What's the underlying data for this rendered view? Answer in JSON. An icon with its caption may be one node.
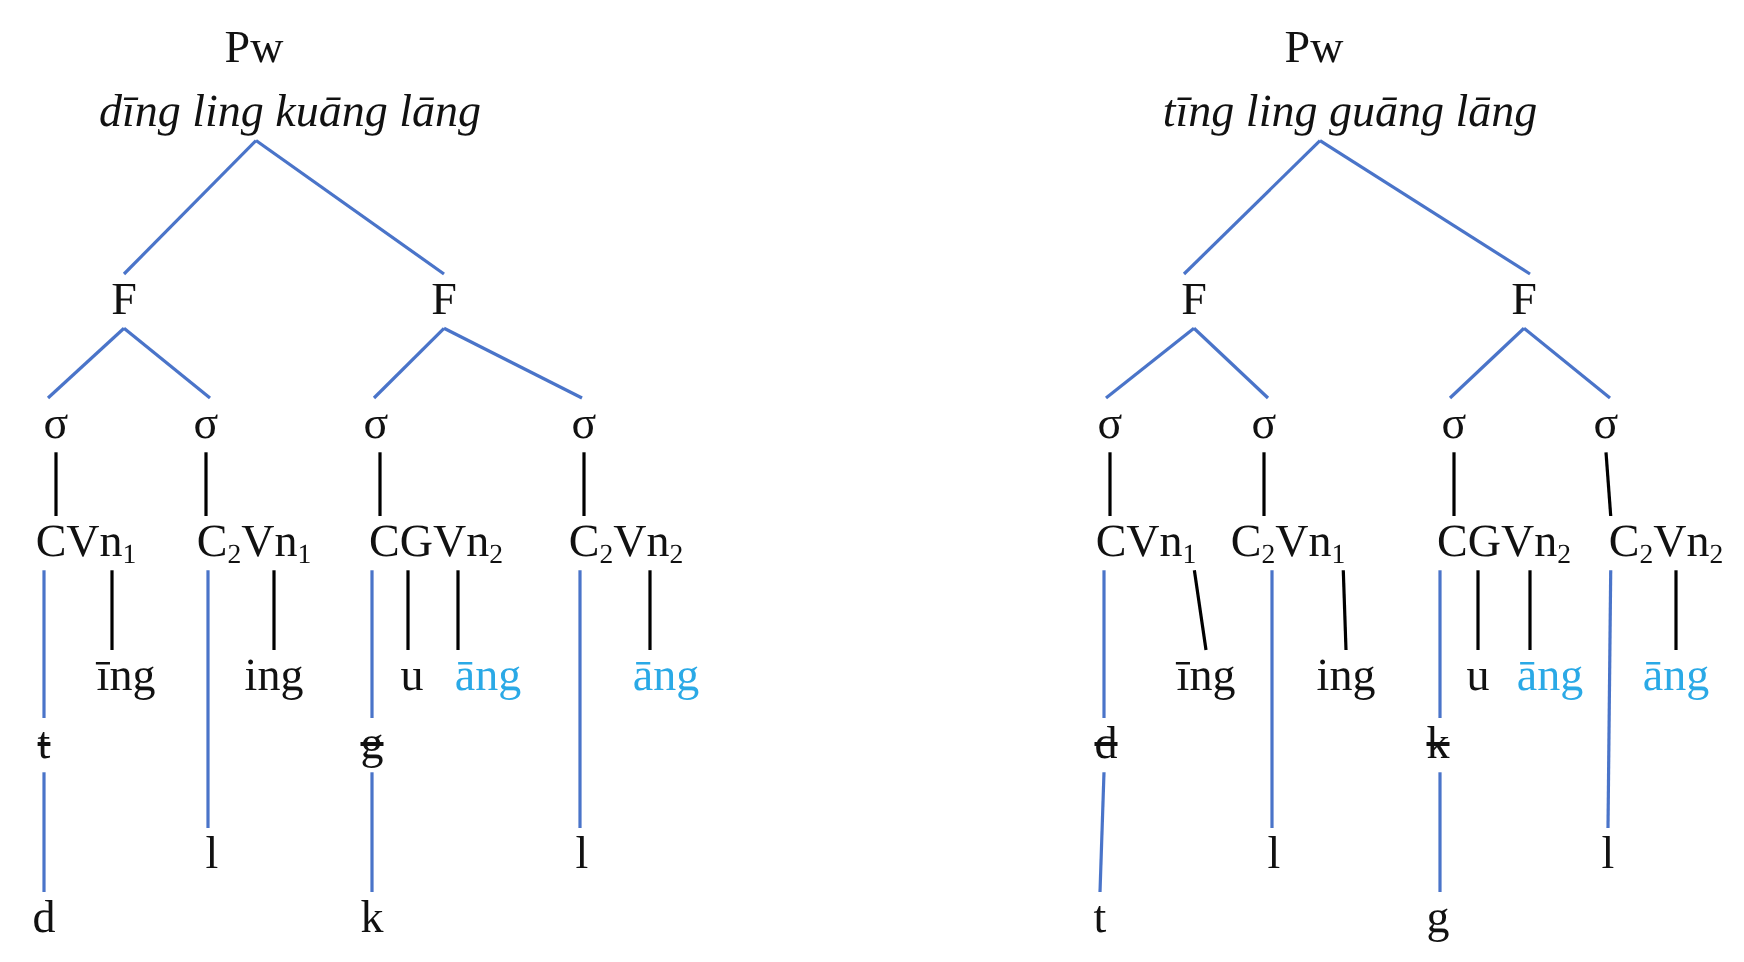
{
  "diagram": {
    "nodes": [
      {
        "text": [
          "Pw",
          "dīng ling kuāng lāng"
        ]
      },
      {
        "text": [
          "F"
        ]
      },
      {
        "text": [
          "F"
        ]
      },
      {
        "text": [
          "σ"
        ]
      },
      {
        "text": [
          "σ"
        ]
      },
      {
        "text": [
          "σ"
        ]
      },
      {
        "text": [
          "σ"
        ]
      },
      {
        "text": [
          "CVn$_{1}$"
        ]
      },
      {
        "text": [
          "C$_{2}$Vn$_{1}$"
        ]
      },
      {
        "text": [
          "CGVn$_{2}$"
        ]
      },
      {
        "text": [
          "C$_{2}$Vn$_{2}$"
        ]
      },
      {
        "text": [
          "īng"
        ]
      },
      {
        "text": [
          "ing"
        ]
      },
      {
        "text": [
          "u"
        ]
      },
      {
        "text": [
          "āng"
        ]
      },
      {
        "text": [
          "āng"
        ]
      },
      {
        "text": [
          "t"
        ]
      },
      {
        "text": [
          "g"
        ]
      },
      {
        "text": [
          "d"
        ]
      },
      {
        "text": [
          "l"
        ]
      },
      {
        "text": [
          "k"
        ]
      },
      {
        "text": [
          "l"
        ]
      },
      {
        "text": [
          "Pw",
          "tīng ling guāng lāng"
        ]
      },
      {
        "text": [
          "F"
        ]
      },
      {
        "text": [
          "F"
        ]
      },
      {
        "text": [
          "σ"
        ]
      },
      {
        "text": [
          "σ"
        ]
      },
      {
        "text": [
          "σ"
        ]
      },
      {
        "text": [
          "σ"
        ]
      },
      {
        "text": [
          "CVn$_{1}$"
        ]
      },
      {
        "text": [
          "C$_{2}$Vn$_{1}$"
        ]
      },
      {
        "text": [
          "CGVn$_{2}$"
        ]
      },
      {
        "text": [
          "C$_{2}$Vn$_{2}$"
        ]
      },
      {
        "text": [
          "īng"
        ]
      },
      {
        "text": [
          "ing"
        ]
      },
      {
        "text": [
          "u"
        ]
      },
      {
        "text": [
          "āng"
        ]
      },
      {
        "text": [
          "āng"
        ]
      },
      {
        "text": [
          "d"
        ]
      },
      {
        "text": [
          "k"
        ]
      },
      {
        "text": [
          "t"
        ]
      },
      {
        "text": [
          "l"
        ]
      },
      {
        "text": [
          "g"
        ]
      },
      {
        "text": [
          "l"
        ]
      }
    ],
    "edges": [
      {
        "from": 0,
        "to": 1,
        "arrow": "none"
      },
      {
        "from": 0,
        "to": 2,
        "arrow": "none"
      },
      {
        "from": 1,
        "to": 3,
        "arrow": "none"
      },
      {
        "from": 1,
        "to": 4,
        "arrow": "none"
      },
      {
        "from": 2,
        "to": 5,
        "arrow": "none"
      },
      {
        "from": 2,
        "to": 6,
        "arrow": "none"
      },
      {
        "from": 3,
        "to": 7,
        "arrow": "none",
        "color": "#000000"
      },
      {
        "from": 4,
        "to": 8,
        "arrow": "none",
        "color": "#000000"
      },
      {
        "from": 5,
        "to": 9,
        "arrow": "none",
        "color": "#000000"
      },
      {
        "from": 6,
        "to": 10,
        "arrow": "none",
        "color": "#000000"
      },
      {
        "from": 7,
        "to": 11,
        "arrow": "none",
        "color": "#000000"
      },
      {
        "from": 8,
        "to": 12,
        "arrow": "none",
        "color": "#000000"
      },
      {
        "from": 9,
        "to": 13,
        "arrow": "none",
        "color": "#000000"
      },
      {
        "from": 9,
        "to": 14,
        "arrow": "none",
        "color": "#000000"
      },
      {
        "from": 10,
        "to": 15,
        "arrow": "none",
        "color": "#000000"
      },
      {
        "from": 7,
        "to": 16,
        "arrow": "none"
      },
      {
        "from": 16,
        "to": 18,
        "arrow": "none"
      },
      {
        "from": 8,
        "to": 19,
        "arrow": "none"
      },
      {
        "from": 9,
        "to": 17,
        "arrow": "none"
      },
      {
        "from": 17,
        "to": 20,
        "arrow": "none"
      },
      {
        "from": 10,
        "to": 21,
        "arrow": "none"
      },
      {
        "from": 22,
        "to": 23,
        "arrow": "none"
      },
      {
        "from": 22,
        "to": 24,
        "arrow": "none"
      },
      {
        "from": 23,
        "to": 25,
        "arrow": "none"
      },
      {
        "from": 23,
        "to": 26,
        "arrow": "none"
      },
      {
        "from": 24,
        "to": 27,
        "arrow": "none"
      },
      {
        "from": 24,
        "to": 28,
        "arrow": "none"
      },
      {
        "from": 25,
        "to": 29,
        "arrow": "none",
        "color": "#000000"
      },
      {
        "from": 26,
        "to": 30,
        "arrow": "none",
        "color": "#000000"
      },
      {
        "from": 27,
        "to": 31,
        "arrow": "none",
        "color": "#000000"
      },
      {
        "from": 28,
        "to": 32,
        "arrow": "none",
        "color": "#000000"
      },
      {
        "from": 29,
        "to": 33,
        "arrow": "none",
        "color": "#000000"
      },
      {
        "from": 30,
        "to": 34,
        "arrow": "none",
        "color": "#000000"
      },
      {
        "from": 31,
        "to": 35,
        "arrow": "none",
        "color": "#000000"
      },
      {
        "from": 31,
        "to": 36,
        "arrow": "none",
        "color": "#000000"
      },
      {
        "from": 32,
        "to": 37,
        "arrow": "none",
        "color": "#000000"
      },
      {
        "from": 29,
        "to": 38,
        "arrow": "none"
      },
      {
        "from": 38,
        "to": 40,
        "arrow": "none"
      },
      {
        "from": 30,
        "to": 41,
        "arrow": "none"
      },
      {
        "from": 31,
        "to": 39,
        "arrow": "none"
      },
      {
        "from": 39,
        "to": 42,
        "arrow": "none"
      },
      {
        "from": 32,
        "to": 43,
        "arrow": "none"
      }
    ]
  }
}
